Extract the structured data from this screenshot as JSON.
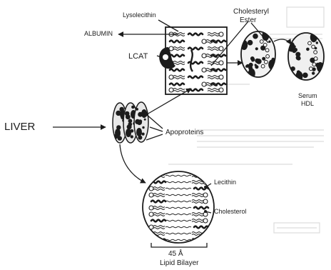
{
  "labels": {
    "lysolecithin": "Lysolecithin",
    "albumin": "ALBUMIN",
    "cholesteryl_ester_line1": "Cholesteryl",
    "cholesteryl_ester_line2": "Ester",
    "lcat": "LCAT",
    "serum_hdl_line1": "Serum",
    "serum_hdl_line2": "HDL",
    "liver": "LIVER",
    "apoproteins": "Apoproteins",
    "lecithin": "Lecithin",
    "cholesterol": "Cholesterol",
    "thickness": "45 Å",
    "lipid_bilayer": "Lipid Bilayer"
  },
  "colors": {
    "ink": "#1c1c1c",
    "paper": "#ffffff",
    "bleed_through": "#d6d6d6"
  }
}
